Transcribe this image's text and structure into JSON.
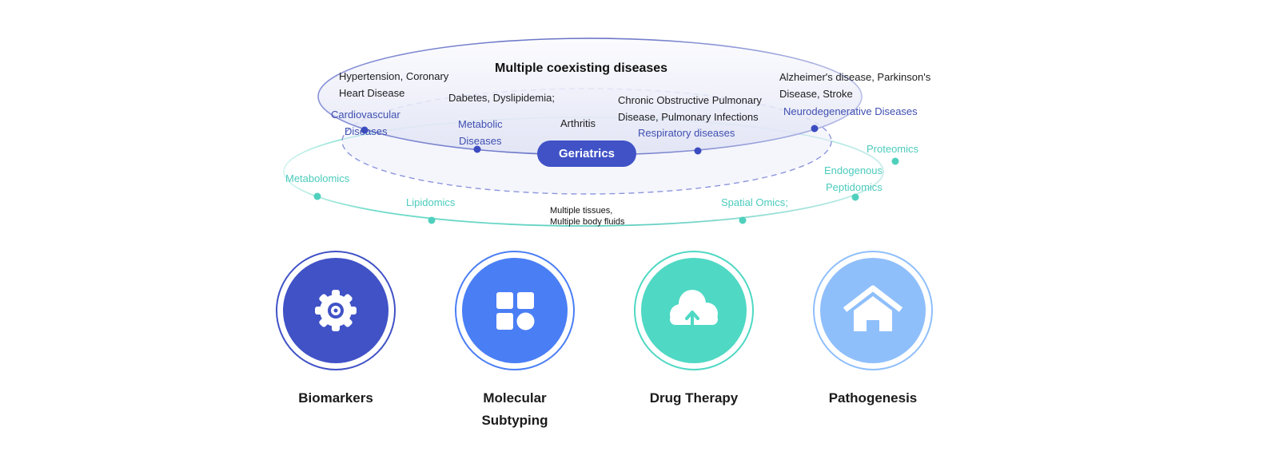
{
  "diagram": {
    "title": "Multiple coexisting diseases",
    "center_label": "Geriatrics",
    "disease_groups": [
      {
        "examples": [
          "Hypertension, Coronary",
          "Heart Disease"
        ],
        "category": [
          "Cardiovascular",
          "Diseases"
        ]
      },
      {
        "examples": [
          "Dabetes, Dyslipidemia;"
        ],
        "category": [
          "Metabolic",
          "Diseases"
        ]
      },
      {
        "examples": [
          "Arthritis"
        ],
        "category": []
      },
      {
        "examples": [
          "Chronic Obstructive Pulmonary",
          "Disease, Pulmonary Infections"
        ],
        "category": [
          "Respiratory diseases"
        ]
      },
      {
        "examples": [
          "Alzheimer's disease, Parkinson's",
          "Disease, Stroke"
        ],
        "category": [
          "Neurodegenerative Diseases"
        ]
      }
    ],
    "omics": {
      "metabolomics": "Metabolomics",
      "lipidomics": "Lipidomics",
      "spatial": "Spatial Omics;",
      "peptidomics": [
        "Endogenous",
        "Peptidomics"
      ],
      "proteomics": "Proteomics"
    },
    "sample_note": [
      "Multiple tissues,",
      "Multiple body fluids"
    ],
    "applications": [
      {
        "label": [
          "Biomarkers"
        ],
        "icon": "gear-icon",
        "color": "#4052c6",
        "ring": "#4052c6"
      },
      {
        "label": [
          "Molecular",
          "Subtyping"
        ],
        "icon": "grid-icon",
        "color": "#4a7ef5",
        "ring": "#4a7ef5"
      },
      {
        "label": [
          "Drug Therapy"
        ],
        "icon": "cloud-upload-icon",
        "color": "#4fd8c4",
        "ring": "#4fd8c4"
      },
      {
        "label": [
          "Pathogenesis"
        ],
        "icon": "home-icon",
        "color": "#8fbffb",
        "ring": "#8fbffb"
      }
    ]
  }
}
